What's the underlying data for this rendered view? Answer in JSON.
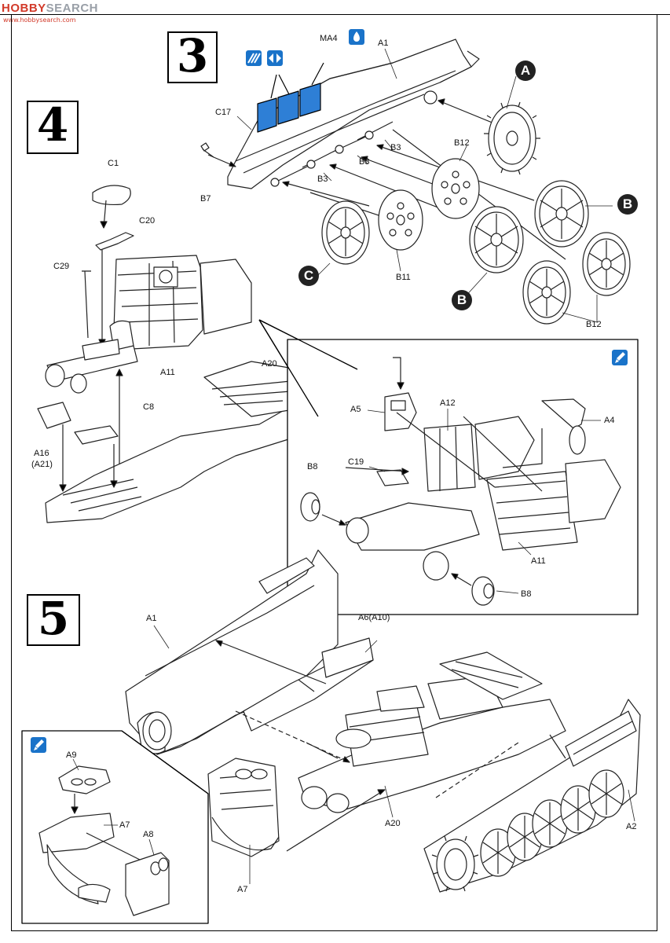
{
  "watermark": {
    "brand_a": "HOBBY",
    "brand_b": "SEARCH",
    "url": "www.hobbysearch.com"
  },
  "steps": {
    "s3": "3",
    "s4": "4",
    "s5": "5"
  },
  "markers": {
    "a": "A",
    "b": "B",
    "c": "C"
  },
  "labels": {
    "MA4": "MA4",
    "A1": "A1",
    "C17": "C17",
    "B7": "B7",
    "B3": "B3",
    "B12": "B12",
    "B11": "B11",
    "C1": "C1",
    "C20": "C20",
    "C29": "C29",
    "A11": "A11",
    "A20": "A20",
    "C8": "C8",
    "A16": "A16",
    "A21": "(A21)",
    "A5": "A5",
    "A12": "A12",
    "A4": "A4",
    "C19": "C19",
    "B8": "B8",
    "A6": "A6(A10)",
    "A9": "A9",
    "A7": "A7",
    "A8": "A8",
    "A2": "A2"
  },
  "colors": {
    "highlight_blue": "#1a73c9",
    "panel_blue": "#2e7fd6",
    "line": "#222222",
    "watermark_red": "#d23a2a"
  },
  "icons": [
    "paint-icon",
    "both-sides-icon",
    "glue-brush-icon"
  ]
}
